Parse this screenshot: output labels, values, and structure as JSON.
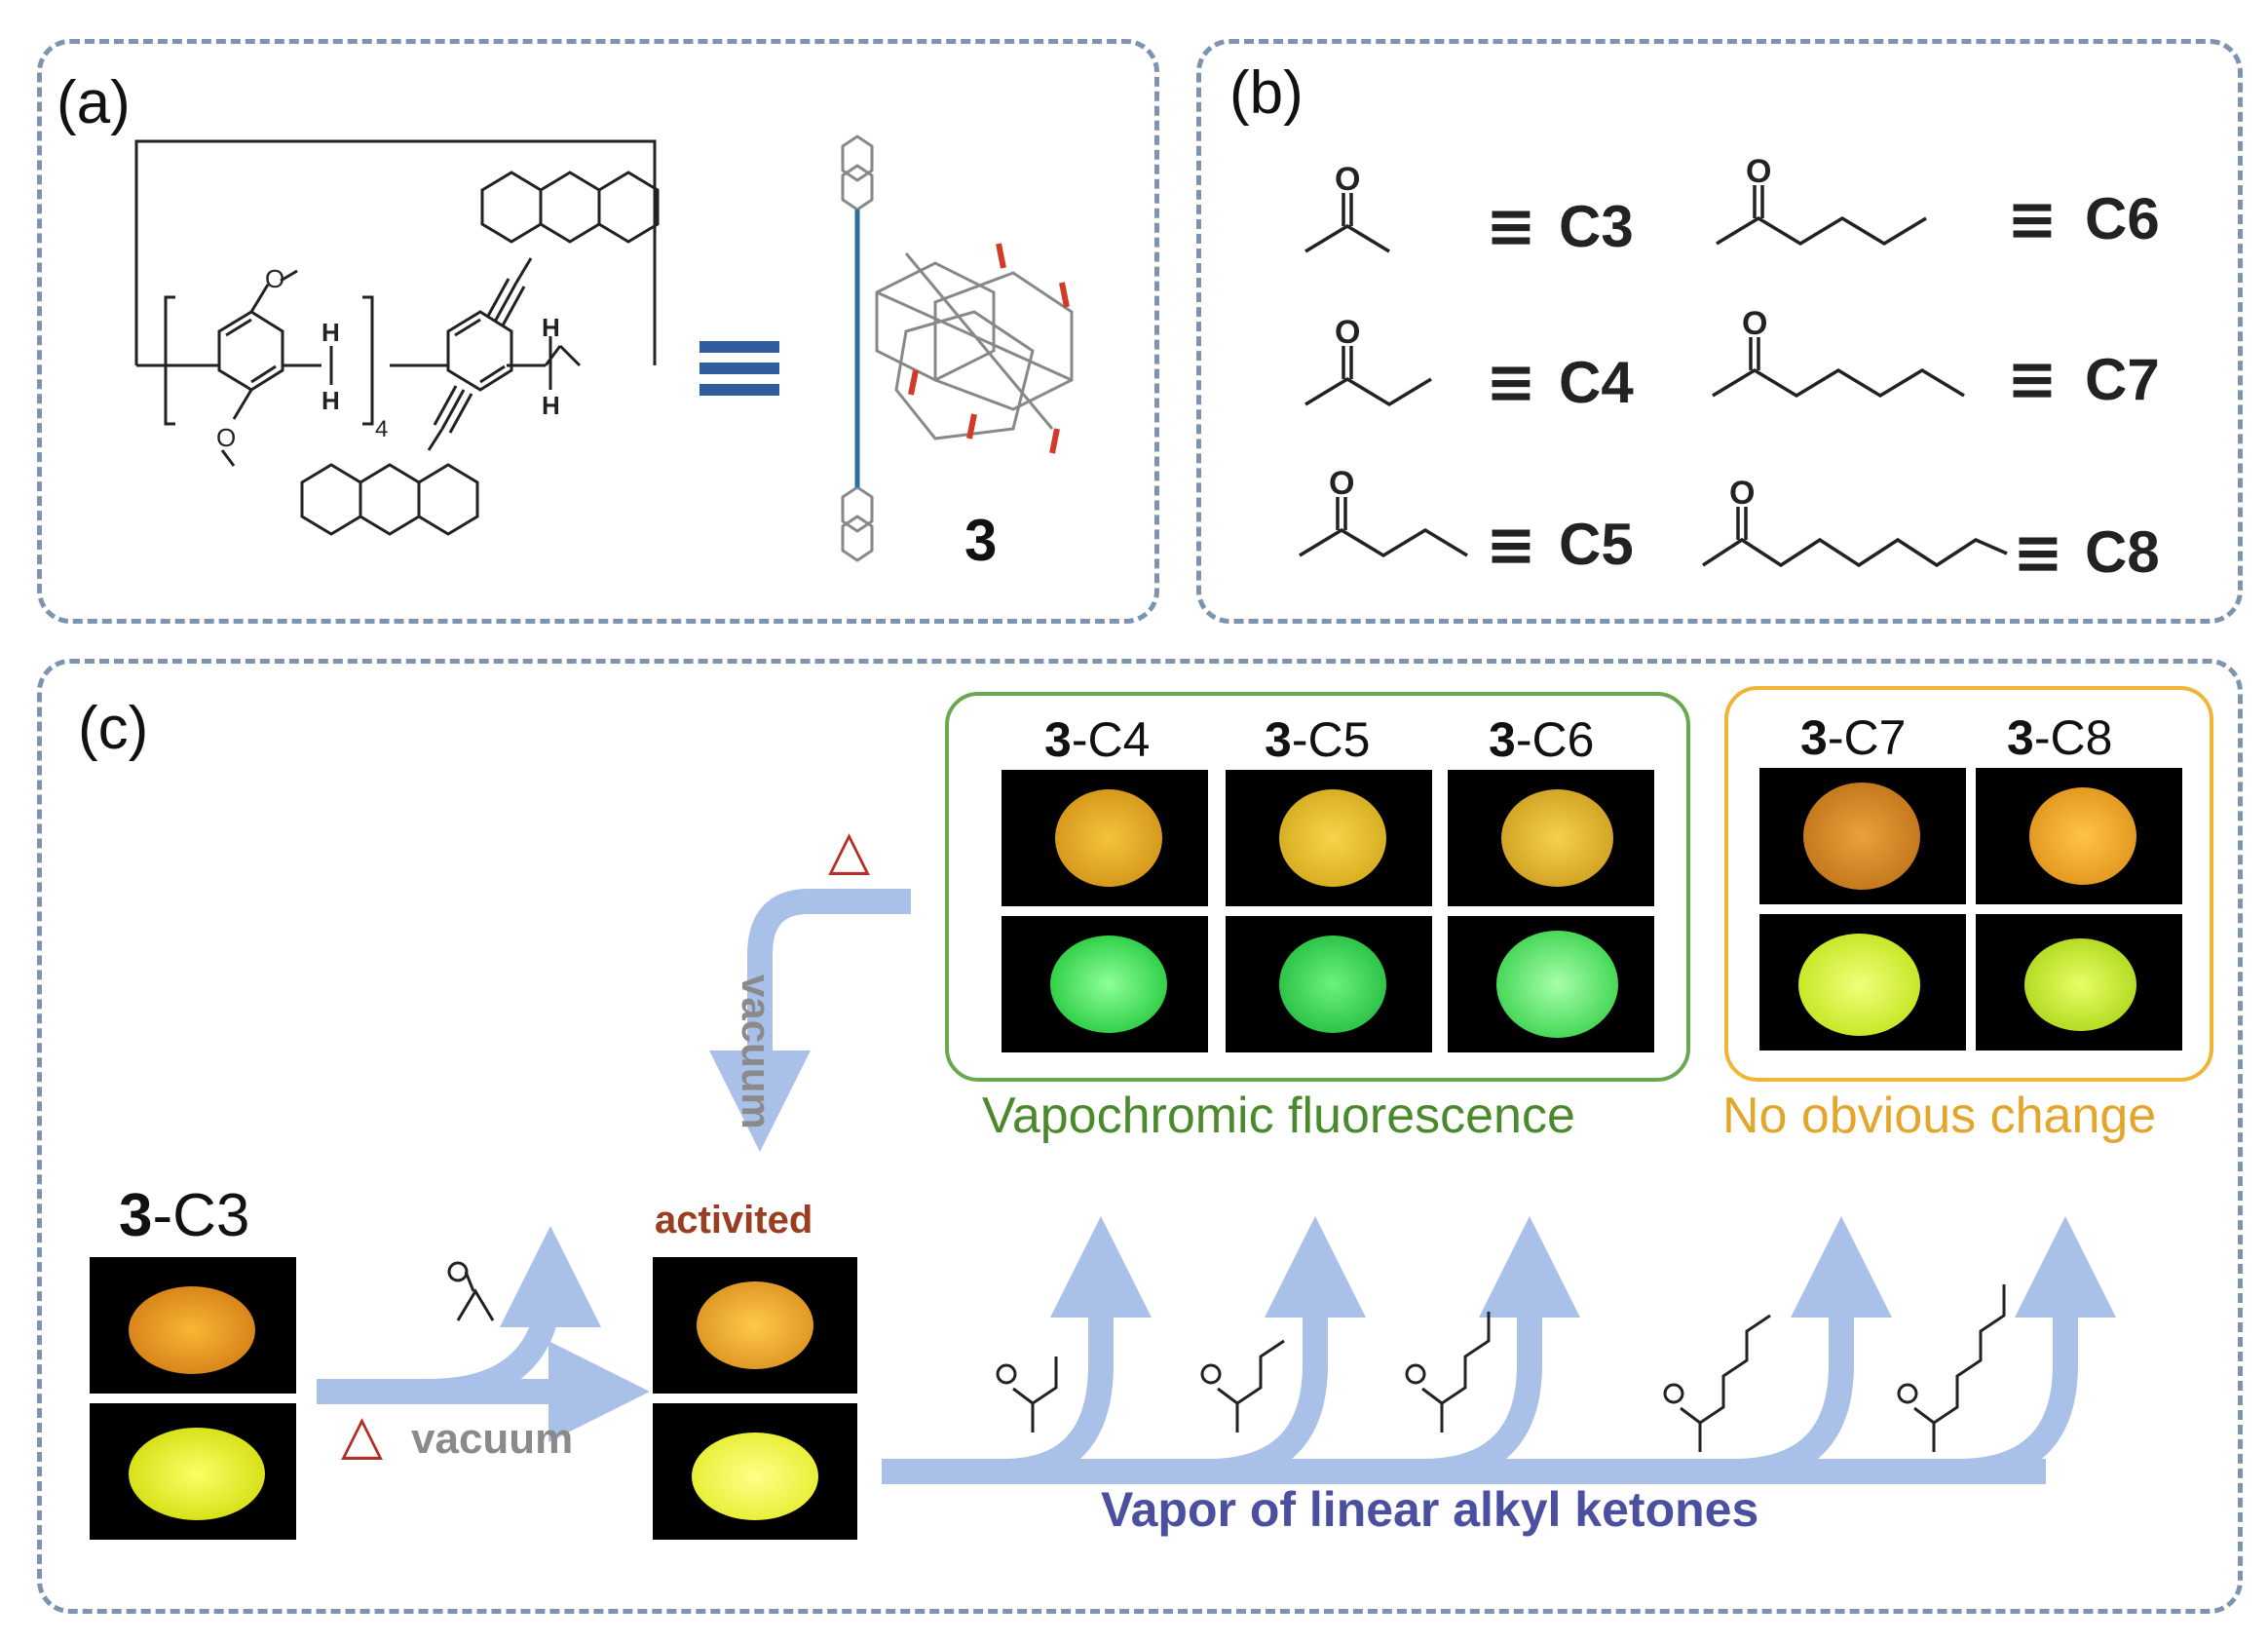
{
  "panels": {
    "a": {
      "label": "(a)",
      "compound_label": "3",
      "subscript": "4",
      "h_label": "H",
      "o_label": "O"
    },
    "b": {
      "label": "(b)",
      "equiv_symbol": "≡",
      "ketones": [
        {
          "code": "C3"
        },
        {
          "code": "C6"
        },
        {
          "code": "C4"
        },
        {
          "code": "C7"
        },
        {
          "code": "C5"
        },
        {
          "code": "C8"
        }
      ],
      "o_label": "O"
    },
    "c": {
      "label": "(c)",
      "start_sample": {
        "prefix": "3",
        "suffix": "-C3"
      },
      "activated_label": "activited",
      "delta_symbol": "△",
      "vacuum_label": "vacuum",
      "bottom_caption": "Vapor of linear alkyl ketones",
      "group_green": {
        "caption": "Vapochromic fluorescence",
        "samples": [
          {
            "prefix": "3",
            "suffix": "-C4"
          },
          {
            "prefix": "3",
            "suffix": "-C5"
          },
          {
            "prefix": "3",
            "suffix": "-C6"
          }
        ]
      },
      "group_orange": {
        "caption": "No obvious change",
        "samples": [
          {
            "prefix": "3",
            "suffix": "-C7"
          },
          {
            "prefix": "3",
            "suffix": "-C8"
          }
        ]
      }
    }
  },
  "colors": {
    "panel_border": "#7d94b0",
    "arrow": "#a9c1e9",
    "green_caption": "#4a8a2c",
    "orange_caption": "#e3a52a",
    "activated": "#9b3d20",
    "delta": "#b3302a",
    "vapor_caption": "#4b4fa0",
    "equals_blue": "#2f5d9e"
  }
}
